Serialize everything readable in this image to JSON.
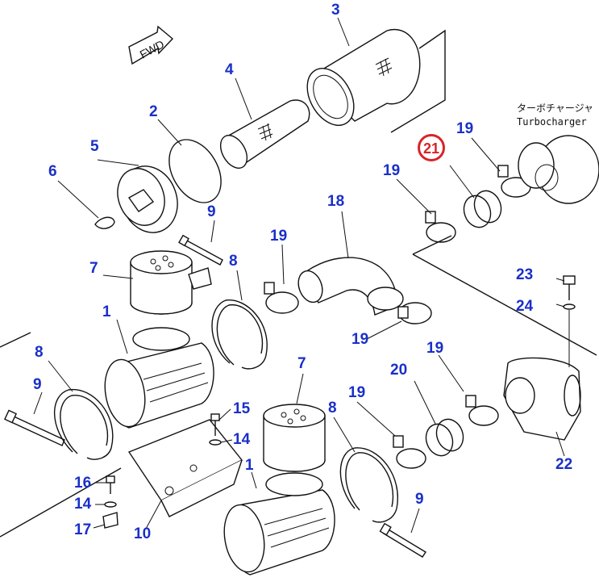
{
  "fwd_marker": "FWD",
  "turbocharger": {
    "jp_label": "ターボチャージャ",
    "en_label": "Turbocharger"
  },
  "highlighted_callout": "21",
  "callouts": {
    "c3": "3",
    "c4": "4",
    "c2": "2",
    "c5": "5",
    "c6": "6",
    "c9a": "9",
    "c19a": "19",
    "c19b": "19",
    "c18": "18",
    "c7a": "7",
    "c8a": "8",
    "c19c": "19",
    "c23": "23",
    "c24": "24",
    "c1a": "1",
    "c8b": "8",
    "c9b": "9",
    "c19d": "19",
    "c19e": "19",
    "c7b": "7",
    "c20": "20",
    "c15": "15",
    "c14a": "14",
    "c8c": "8",
    "c19f": "19",
    "c22": "22",
    "c16": "16",
    "c1b": "1",
    "c14b": "14",
    "c9c": "9",
    "c17": "17",
    "c10": "10"
  },
  "colors": {
    "callout_text": "#1a2fc8",
    "highlight_ring": "#d8242a",
    "line_art": "#111111"
  }
}
